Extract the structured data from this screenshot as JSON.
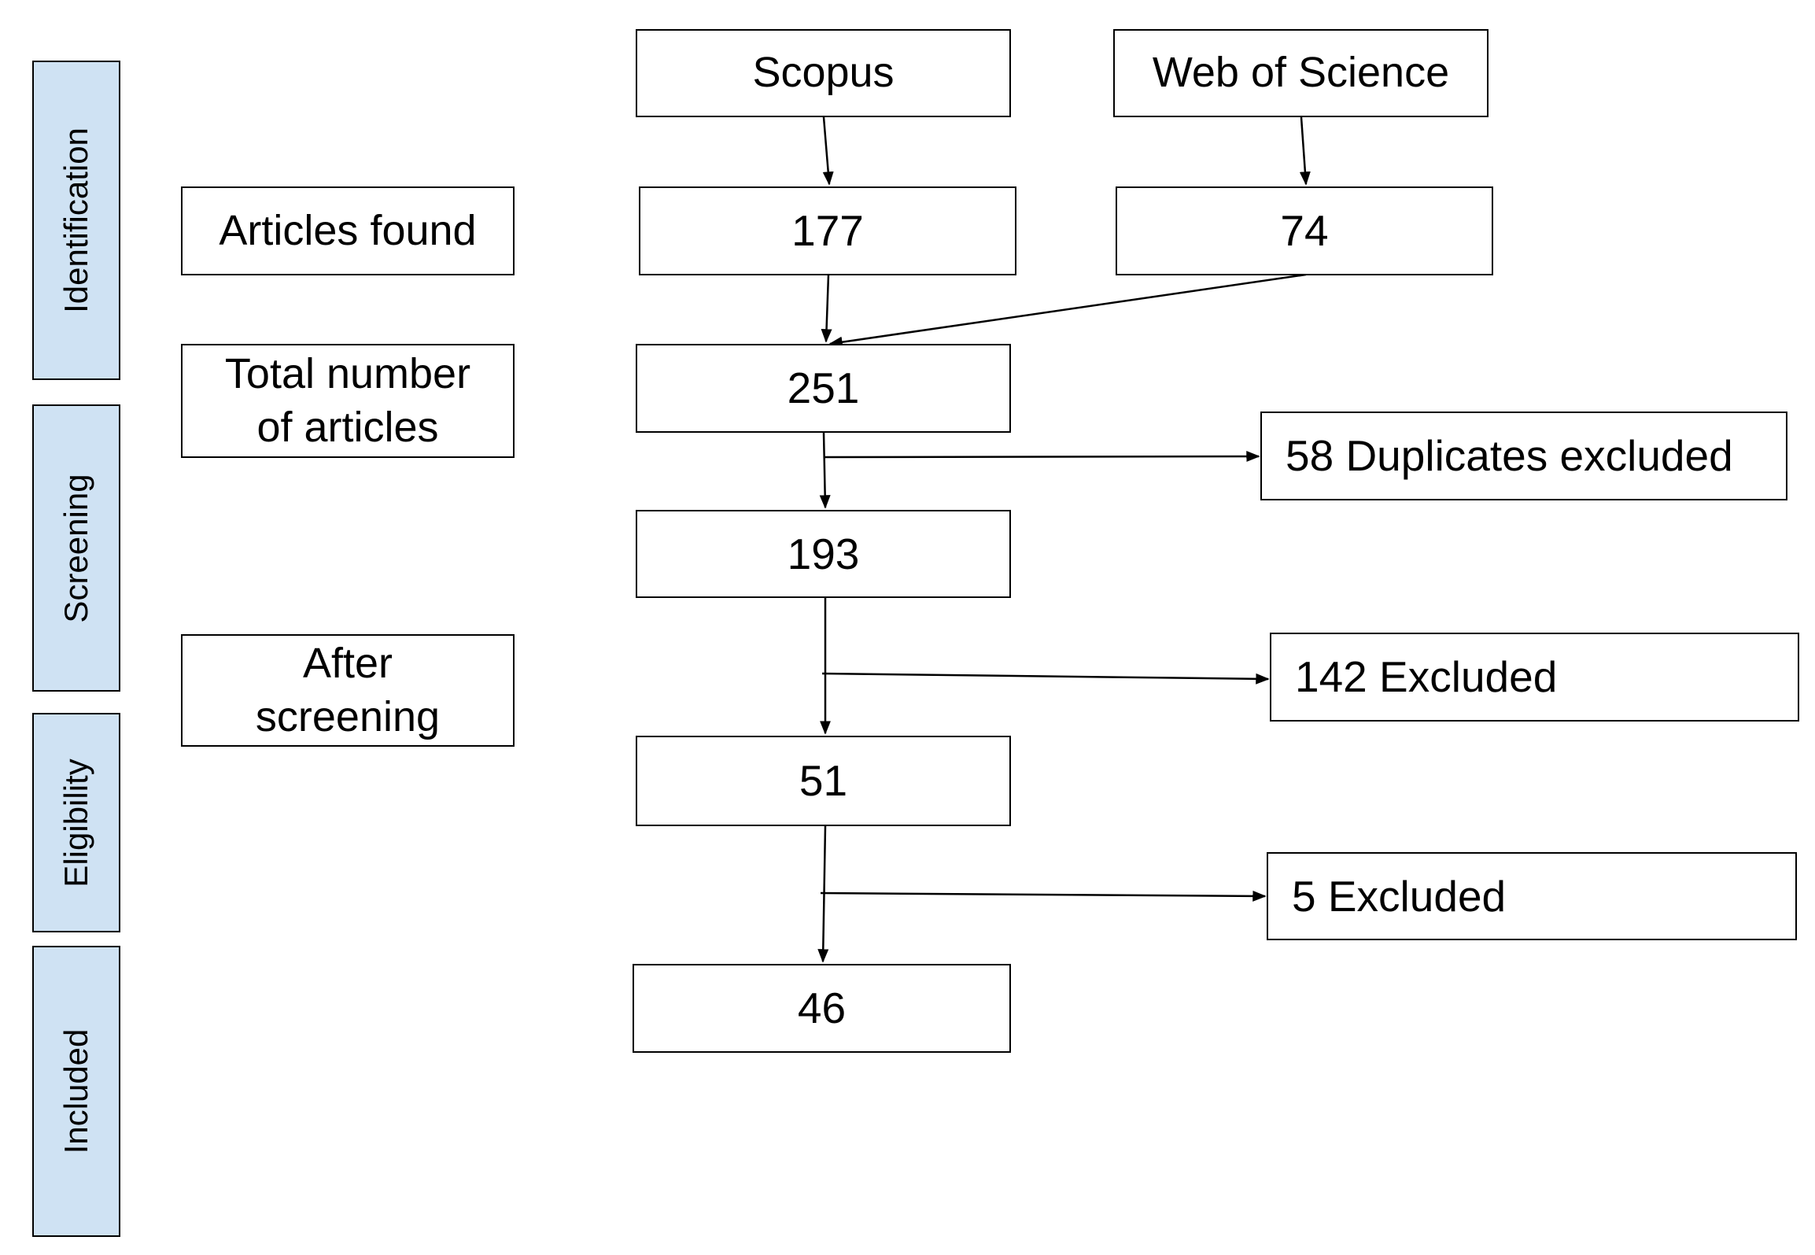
{
  "stages": [
    {
      "id": "identification",
      "label": "Identification"
    },
    {
      "id": "screening",
      "label": "Screening"
    },
    {
      "id": "eligibility",
      "label": "Eligibility"
    },
    {
      "id": "included",
      "label": "Included"
    }
  ],
  "row_labels": {
    "articles_found": "Articles found",
    "total_number": "Total number of articles",
    "after_screening": "After screening"
  },
  "sources": {
    "scopus": "Scopus",
    "web_of_science": "Web of Science"
  },
  "counts": {
    "scopus_found": "177",
    "wos_found": "74",
    "total": "251",
    "after_duplicates": "193",
    "after_screening": "51",
    "included": "46"
  },
  "exclusions": {
    "duplicates": "58 Duplicates excluded",
    "screening": "142 Excluded",
    "eligibility": "5 Excluded"
  }
}
